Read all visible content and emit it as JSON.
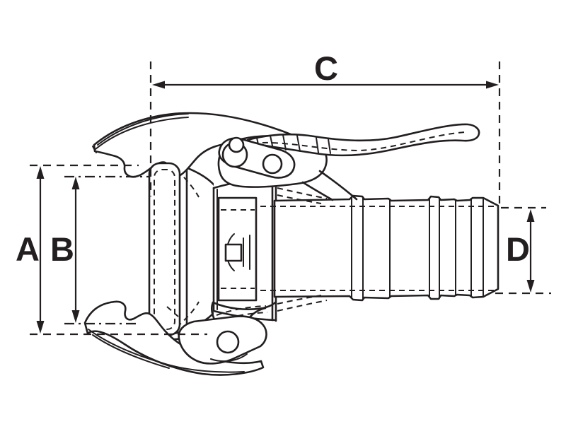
{
  "figure": {
    "kind": "technical line drawing",
    "subject": "cam-lever coupling with hose tail, side view with dimension callouts",
    "background_color": "#ffffff",
    "line_color": "#231f20"
  },
  "dimension_labels": {
    "a": "A",
    "b": "B",
    "c": "C",
    "d": "D"
  }
}
